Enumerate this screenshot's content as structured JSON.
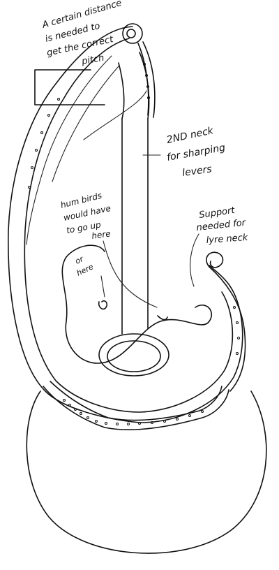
{
  "annotations": {
    "distance_line1": "A certain distance",
    "distance_line2": "is needed to",
    "distance_line3": "get the correct",
    "distance_line4": "pitch",
    "neck_line1": "2ND neck",
    "neck_line2": "for sharping",
    "neck_line3": "levers",
    "humbird_line1": "hum birds",
    "humbird_line2": "would have",
    "humbird_line3": "to go up",
    "humbird_line4": "here",
    "or_here_line1": "or",
    "or_here_line2": "here",
    "support_line1": "Support",
    "support_line2": "needed for",
    "support_line3": "lyre neck"
  },
  "colors": {
    "ink": "#111111",
    "paper": "#ffffff"
  }
}
